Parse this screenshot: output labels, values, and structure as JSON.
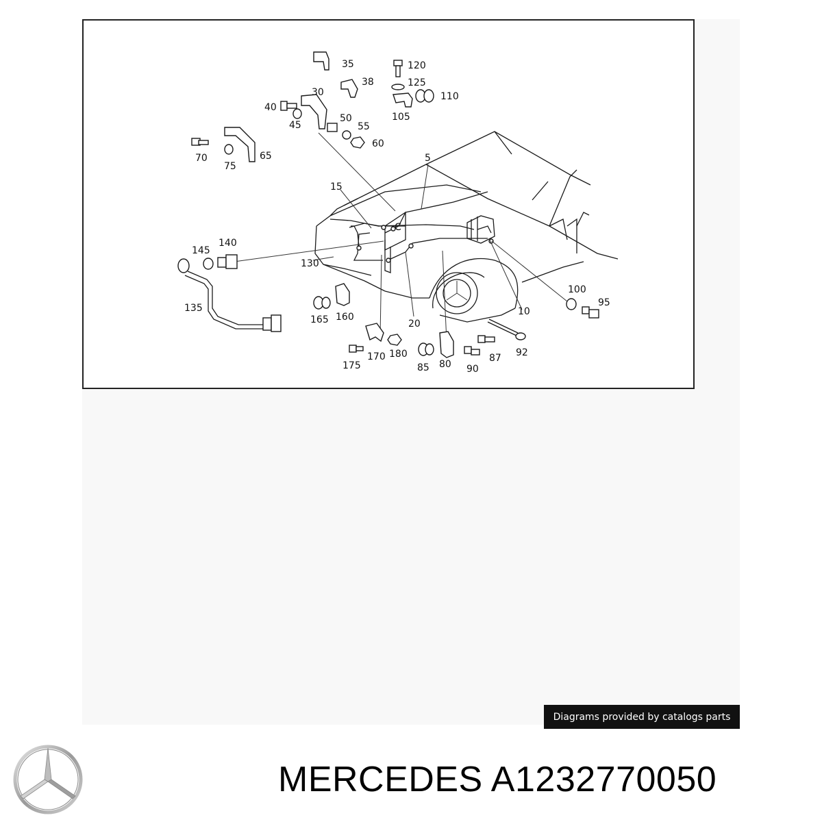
{
  "diagram": {
    "part_numbers": [
      "5",
      "10",
      "15",
      "20",
      "30",
      "35",
      "38",
      "40",
      "45",
      "50",
      "55",
      "60",
      "65",
      "70",
      "75",
      "80",
      "85",
      "87",
      "90",
      "92",
      "95",
      "100",
      "105",
      "110",
      "120",
      "125",
      "130",
      "135",
      "140",
      "145",
      "160",
      "165",
      "170",
      "175",
      "180"
    ],
    "inset_letter": "C"
  },
  "footer": {
    "credit": "Diagrams provided by catalogs parts",
    "brand": "MERCEDES",
    "part_number": "A1232770050"
  },
  "colors": {
    "banner_bg": "#111111",
    "banner_text": "#ffffff",
    "frame": "#222222"
  },
  "icons": {
    "logo": "mercedes-star-icon"
  }
}
